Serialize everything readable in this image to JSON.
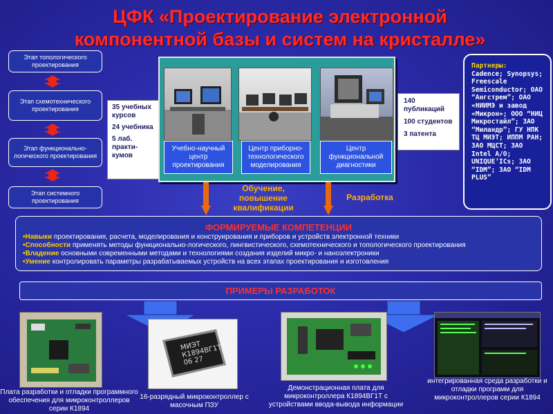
{
  "title": {
    "line1": "ЦФК «Проектирование электронной",
    "line2": "компонентной базы и систем на кристалле»"
  },
  "stages": [
    "Этап топологического проектирования",
    "Этап схемотехнического проектирования",
    "Этап функционально-логического проектирования",
    "Этап системного проектирования"
  ],
  "left_stats": {
    "courses": "35 учебных курсов",
    "textbooks": "24 учебника",
    "labs": "5 лаб. практи-кумов"
  },
  "center_buttons": [
    "Учебно-научный центр проектирования",
    "Центр приборно-технологического моделирования",
    "Центр функциональной диагностики"
  ],
  "right_stats": {
    "publications": "140 публикаций",
    "students": "100 студентов",
    "patents": "3 патента"
  },
  "partners": {
    "heading": "Партнеры:",
    "body": "Cadence; Synopsys; Freescale Semiconductor; ОАО “Ангстрем”; ОАО «НИИМЭ и завод «Микрон»; ООО “НИЦ Микростайл”; ЗАО “Миландр”; ГУ НПК ТЦ МИЭТ; ИППМ РАН; ЗАО МЦСТ; ЗАО Intel A/O; UNIQUE’ICs; ЗАО “IDM”; ЗАО “IDM PLUS”"
  },
  "flow_labels": {
    "training": "Обучение, повышение квалификации",
    "development": "Разработка"
  },
  "competencies": {
    "title": "ФОРМИРУЕМЫЕ КОМПЕТЕНЦИИ",
    "items": [
      {
        "key": "•Навыки",
        "text": " проектирования, расчета, моделирования и конструирования и приборов и устройств электронной техники"
      },
      {
        "key": "•Способности",
        "text": " применять методы  функционально-логического, лингвистического, схемотехнического и топологического проектирования"
      },
      {
        "key": "•Владение",
        "text": " основными современными методами и технологиями создания изделий микро- и наноэлектроники"
      },
      {
        "key": "•Умение",
        "text": " контролировать параметры разрабатываемых устройств на всех этапах проектирования и изготовления"
      }
    ]
  },
  "examples": {
    "title": "ПРИМЕРЫ РАЗРАБОТОК",
    "chip_marking": "К1894ВГ1Т",
    "chip_code": "06 27",
    "chip_brand": "МИЭТ",
    "captions": [
      "Плата разработки и отладки программного обеспечения для микроконтроллеров серии К1894",
      "16-разрядный микроконтроллер с масочным ПЗУ",
      "Демонстрационная плата для микроконтроллера К1894ВГ1Т с устройствами ввода-вывода информации",
      "интегрированная среда разработки и отладки программ для микроконтроллеров серии К1894"
    ]
  },
  "colors": {
    "background": "#2a2aa8",
    "title": "#ff2a2a",
    "accent_yellow": "#ffd000",
    "arrow_orange": "#e86a10",
    "center_panel": "#2a9c9a"
  }
}
